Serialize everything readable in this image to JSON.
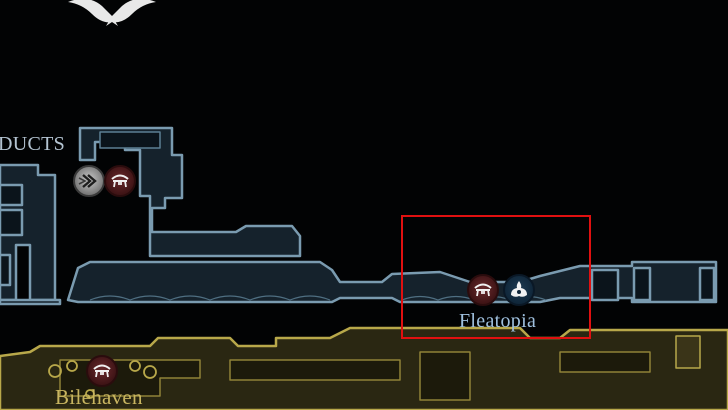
{
  "map": {
    "labels": {
      "ducts": "DUCTS",
      "fleatopia": "Fleatopia",
      "bilehaven": "Bilehaven"
    },
    "markers": [
      {
        "name": "dash-skill-icon",
        "at": "ducts"
      },
      {
        "name": "bench-icon",
        "at": "ducts"
      },
      {
        "name": "bench-icon",
        "at": "fleatopia"
      },
      {
        "name": "flea-icon",
        "at": "fleatopia"
      },
      {
        "name": "bench-icon",
        "at": "bilehaven"
      }
    ],
    "highlight": {
      "target": "Fleatopia",
      "color": "#e01010"
    },
    "colors": {
      "background": "#000000",
      "upper_region_outline": "#7a9bb0",
      "upper_region_fill": "#15222c",
      "lower_region_outline": "#b8a84a",
      "lower_region_fill": "#2a2712",
      "fleatopia_label": "#9fc0de",
      "bilehaven_label": "#c8b560"
    }
  }
}
